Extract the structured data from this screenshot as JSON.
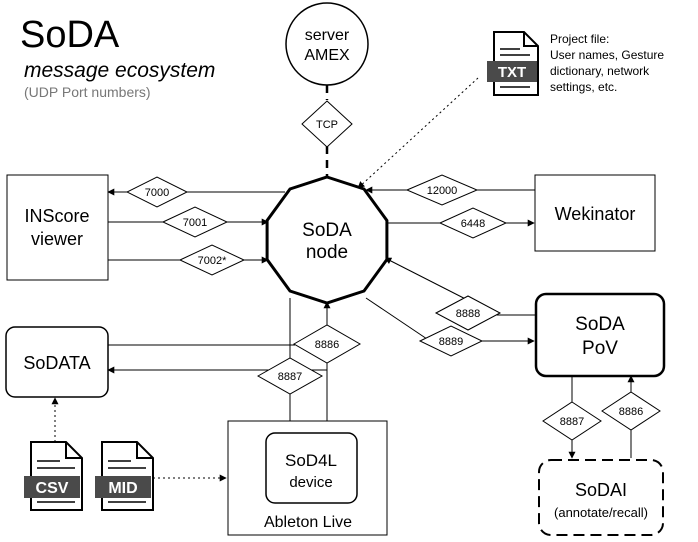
{
  "title": {
    "main": "SoDA",
    "subtitle": "message ecosystem",
    "note": "(UDP Port numbers)"
  },
  "nodes": {
    "server": {
      "line1": "server",
      "line2": "AMEX"
    },
    "soda_node": {
      "line1": "SoDA",
      "line2": "node"
    },
    "inscore": {
      "line1": "INScore",
      "line2": "viewer"
    },
    "wekinator": {
      "label": "Wekinator"
    },
    "sodata": {
      "label": "SoDATA"
    },
    "soda_pov": {
      "line1": "SoDA",
      "line2": "PoV"
    },
    "ableton": {
      "label": "Ableton Live"
    },
    "sod4l": {
      "line1": "SoD4L",
      "line2": "device"
    },
    "sodai": {
      "line1": "SoDAI",
      "line2": "(annotate/recall)"
    }
  },
  "files": {
    "txt": {
      "tag": "TXT"
    },
    "csv": {
      "tag": "CSV"
    },
    "mid": {
      "tag": "MID"
    }
  },
  "project_file": {
    "lines": [
      "Project file:",
      "User names, Gesture",
      "dictionary, network",
      "settings, etc."
    ]
  },
  "connections": {
    "tcp": "TCP",
    "p7000": "7000",
    "p7001": "7001",
    "p7002": "7002*",
    "p12000": "12000",
    "p6448": "6448",
    "p8888": "8888",
    "p8889": "8889",
    "p8886_node": "8886",
    "p8887_node": "8887",
    "p8887_sodai": "8887",
    "p8886_sodai": "8886"
  }
}
